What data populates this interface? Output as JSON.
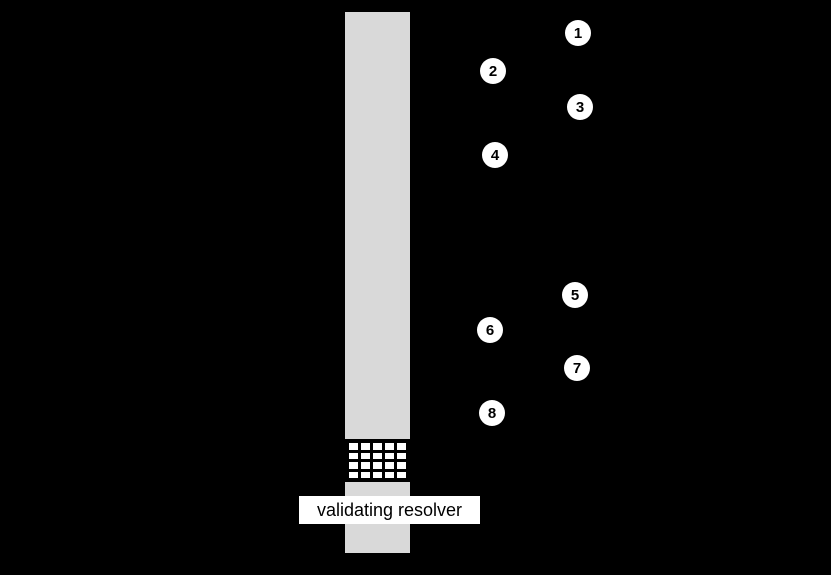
{
  "diagram": {
    "label": "validating resolver",
    "steps": [
      "1",
      "2",
      "3",
      "4",
      "5",
      "6",
      "7",
      "8"
    ],
    "colors": {
      "background": "#000000",
      "bar": "#d9d9d9",
      "badge_fill": "#ffffff",
      "badge_text": "#000000",
      "label_bg": "#ffffff",
      "label_text": "#000000",
      "grid_bg": "#000000",
      "grid_cell": "#ffffff"
    }
  }
}
